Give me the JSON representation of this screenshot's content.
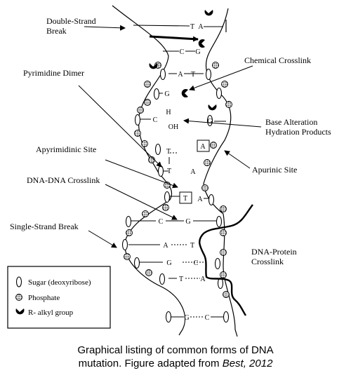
{
  "labels": {
    "double_strand_break_1": "Double-Strand",
    "double_strand_break_2": "Break",
    "chemical_crosslink": "Chemical Crosslink",
    "pyrimidine_dimer": "Pyrimidine Dimer",
    "base_alteration_1": "Base Alteration",
    "base_alteration_2": "Hydration Products",
    "apyrimidinic_site": "Apyrimidinic Site",
    "apurinic_site": "Apurinic Site",
    "dna_dna_crosslink": "DNA-DNA Crosslink",
    "single_strand_break": "Single-Strand Break",
    "dna_protein_crosslink_1": "DNA-Protein",
    "dna_protein_crosslink_2": "Crosslink"
  },
  "bases": {
    "t1": "T",
    "a1": "A",
    "c1": "C",
    "g1": "G",
    "a2": "A",
    "t2": "T",
    "g2": "G",
    "g3": "G",
    "c2": "C",
    "h": "H",
    "oh": "OH",
    "t3": "T",
    "t4": "T",
    "a_box": "A",
    "a3": "A",
    "t_box": "T",
    "a4": "A",
    "c3": "C",
    "g4": "G",
    "a5": "A",
    "t5": "T",
    "g5": "G",
    "c4": "C",
    "t6": "T",
    "a6": "A",
    "g6": "G",
    "c5": "C"
  },
  "legend": {
    "sugar": "Sugar (deoxyribose)",
    "phosphate": "Phosphate",
    "alkyl": "R- alkyl group"
  },
  "caption": {
    "line1": "Graphical listing of common forms of DNA",
    "line2_prefix": "mutation. Figure adapted from ",
    "line2_ref": "Best, 2012"
  },
  "colors": {
    "ink": "#000000",
    "phosphate_fill": "#8a8a8a",
    "background": "#ffffff"
  }
}
